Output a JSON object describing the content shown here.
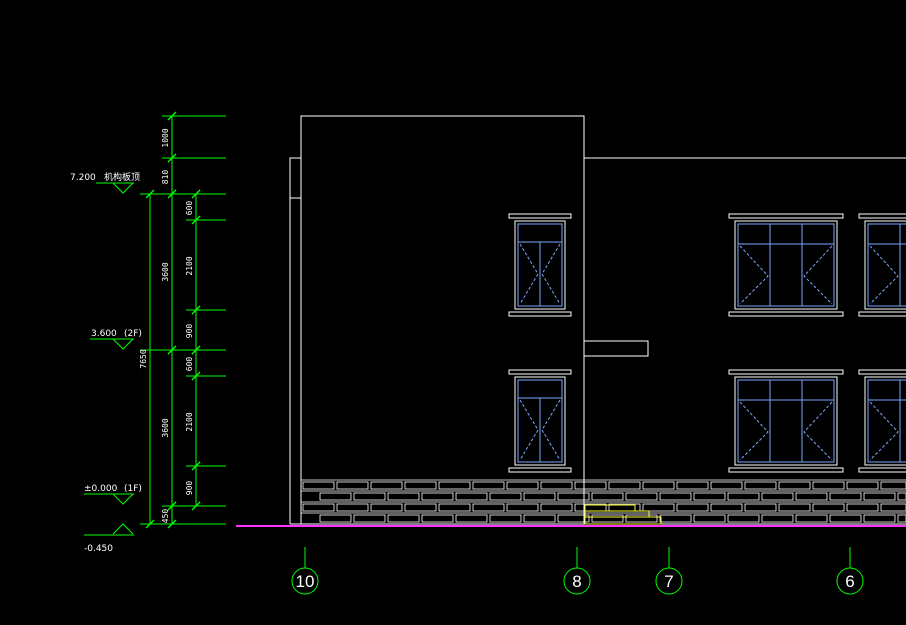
{
  "colors": {
    "background": "#000000",
    "dimension": "#00ff00",
    "outline": "#ffffff",
    "window_frame": "#7aa7ff",
    "brick": "#ffffff",
    "ground": "#ff33ff",
    "step": "#ffff33",
    "axis_circle": "#00ff00"
  },
  "elevations": {
    "roof": {
      "value": "7.200",
      "note": "机构板顶"
    },
    "second_floor": {
      "value": "3.600",
      "note": "(2F)"
    },
    "first_floor": {
      "value": "±0.000",
      "note": "(1F)"
    },
    "ground": {
      "value": "-0.450"
    }
  },
  "dimensions": {
    "outer": [
      "1000",
      "810",
      "3600",
      "3600",
      "450"
    ],
    "total": "7650",
    "inner": [
      "600",
      "2100",
      "900",
      "600",
      "2100",
      "900"
    ]
  },
  "axes": [
    "10",
    "8",
    "7",
    "6"
  ]
}
